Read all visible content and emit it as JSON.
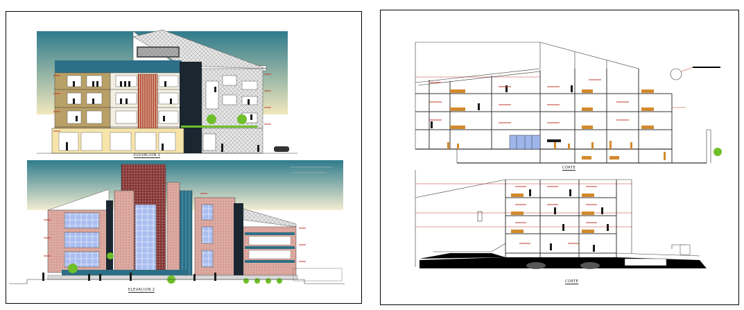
{
  "sheets": {
    "left": {
      "front_elevation": {
        "caption": "ELEVACION 1"
      },
      "rear_elevation": {
        "caption": "ELEVACION 2"
      }
    },
    "right": {
      "long_section": {
        "caption": "CORTE"
      },
      "cross_section": {
        "caption": "CORTE"
      }
    }
  },
  "colors": {
    "sky_top": "#2f7b8c",
    "sky_bottom": "#efe6b8",
    "facade_tan": "#b9a067",
    "brick": "#d9a79c",
    "teal_band": "#2d6f86",
    "dark_tower": "#1a2630",
    "glass": "#9fb6ea",
    "section_line": "#c0392b",
    "figure": "#d28a2e",
    "tree": "#6fbf2a"
  }
}
